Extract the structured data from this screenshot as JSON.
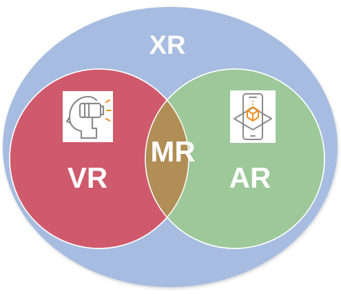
{
  "diagram": {
    "outer": {
      "label": "XR",
      "color": "#a6bce0"
    },
    "left": {
      "label": "VR",
      "color": "#cf5a6c",
      "icon": "vr-headset-icon"
    },
    "right": {
      "label": "AR",
      "color": "#9dc89a",
      "icon": "ar-phone-cube-icon"
    },
    "overlap": {
      "label": "MR",
      "color": "#b08e55"
    }
  }
}
